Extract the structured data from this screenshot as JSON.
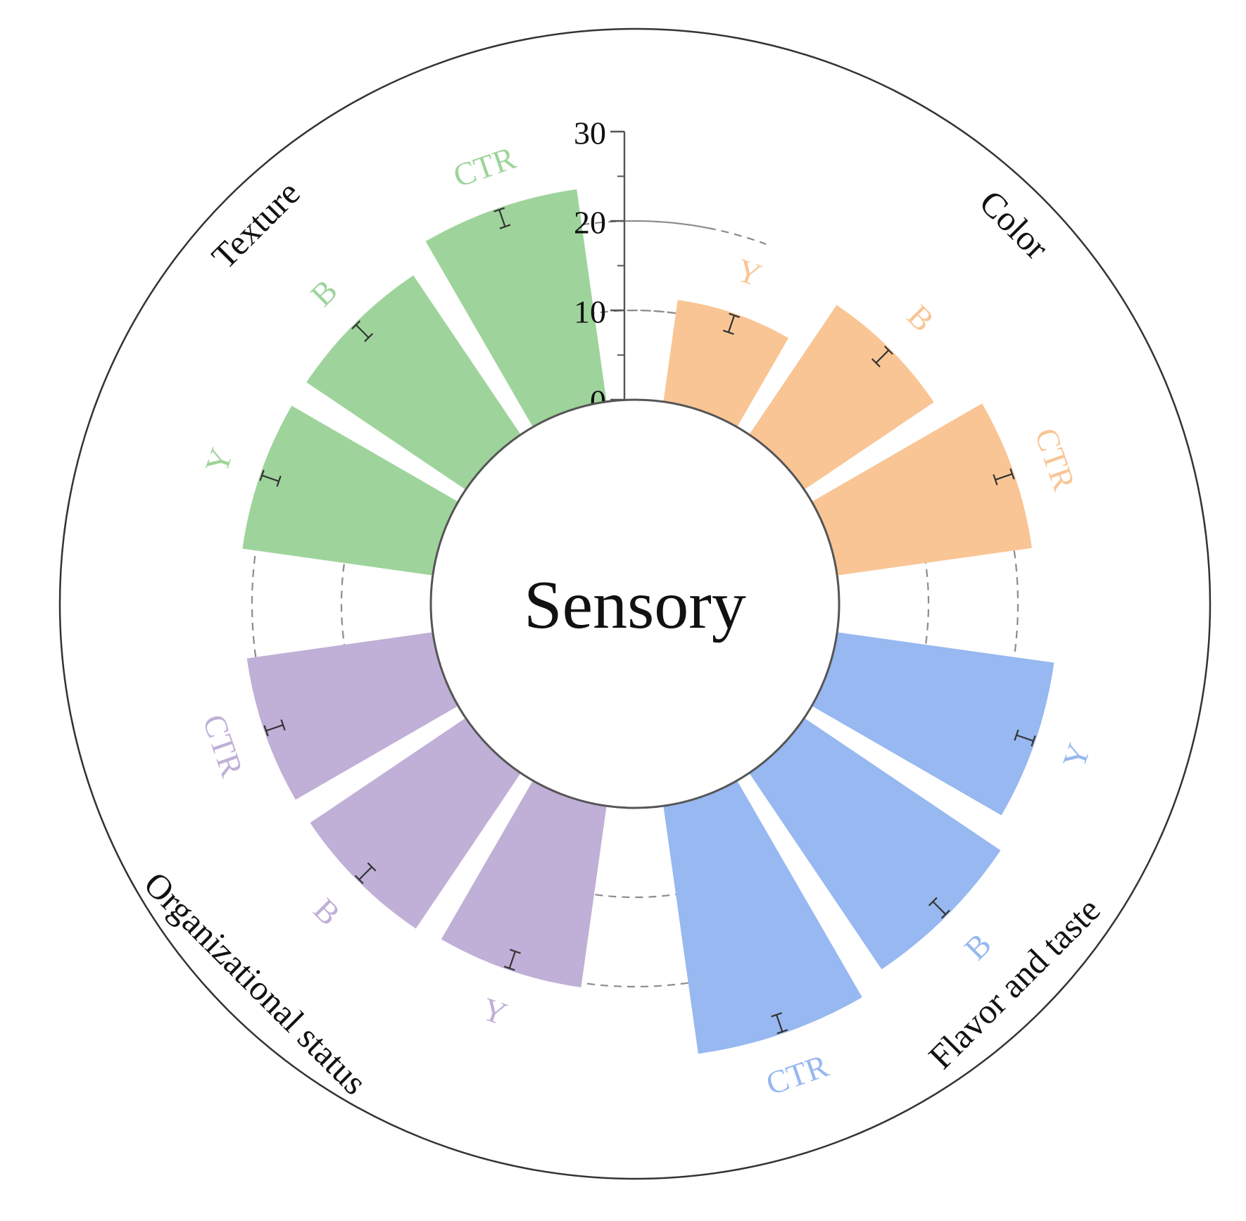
{
  "chart_data": {
    "type": "bar",
    "title": "Sensory",
    "radial_axis": {
      "min": 0,
      "max": 30,
      "ticks": [
        0,
        10,
        20,
        30
      ],
      "tick_labels": [
        "0",
        "10",
        "20",
        "30"
      ],
      "grid": "dashed"
    },
    "groups": [
      {
        "name": "Color",
        "color": "#f9c595",
        "bars": [
          {
            "label": "Y",
            "value": 11.5,
            "error": 1.0
          },
          {
            "label": "B",
            "value": 17.5,
            "error": 1.0
          },
          {
            "label": "CTR",
            "value": 22.0,
            "error": 1.0
          }
        ]
      },
      {
        "name": "Flavor and taste",
        "color": "#97b8f0",
        "bars": [
          {
            "label": "Y",
            "value": 24.5,
            "error": 1.0
          },
          {
            "label": "B",
            "value": 26.5,
            "error": 1.0
          },
          {
            "label": "CTR",
            "value": 28.0,
            "error": 1.0
          }
        ]
      },
      {
        "name": "Organizational status",
        "color": "#c0afd6",
        "bars": [
          {
            "label": "Y",
            "value": 20.5,
            "error": 1.0
          },
          {
            "label": "B",
            "value": 21.0,
            "error": 1.0
          },
          {
            "label": "CTR",
            "value": 21.0,
            "error": 1.0
          }
        ]
      },
      {
        "name": "Texture",
        "color": "#9ed49b",
        "bars": [
          {
            "label": "Y",
            "value": 21.5,
            "error": 1.0
          },
          {
            "label": "B",
            "value": 21.5,
            "error": 1.0
          },
          {
            "label": "CTR",
            "value": 24.0,
            "error": 1.0
          }
        ]
      }
    ]
  }
}
